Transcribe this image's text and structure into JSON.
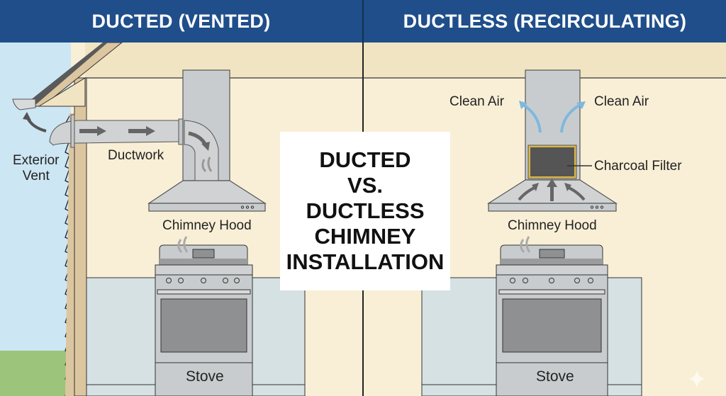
{
  "title": {
    "lines": [
      "DUCTED",
      "VS.",
      "DUCTLESS",
      "CHIMNEY",
      "INSTALLATION"
    ]
  },
  "panels": {
    "left": {
      "heading": "DUCTED (VENTED)",
      "labels": {
        "exterior_vent_line1": "Exterior",
        "exterior_vent_line2": "Vent",
        "ductwork": "Ductwork",
        "chimney_hood": "Chimney Hood",
        "stove": "Stove"
      }
    },
    "right": {
      "heading": "DUCTLESS (RECIRCULATING)",
      "labels": {
        "clean_air_left": "Clean Air",
        "clean_air_right": "Clean Air",
        "charcoal_filter": "Charcoal Filter",
        "chimney_hood": "Chimney Hood",
        "stove": "Stove"
      }
    }
  },
  "colors": {
    "header_blue": "#1f4e8a",
    "wall_cream": "#f8efd6",
    "sky_blue": "#cde6f4",
    "grass_green": "#9cc47a",
    "cabinet_gray": "#d6e1e4",
    "steel_gray": "#c9ccce",
    "air_arrow_blue": "#7fb8de",
    "filter_gold": "#d9b84a"
  }
}
